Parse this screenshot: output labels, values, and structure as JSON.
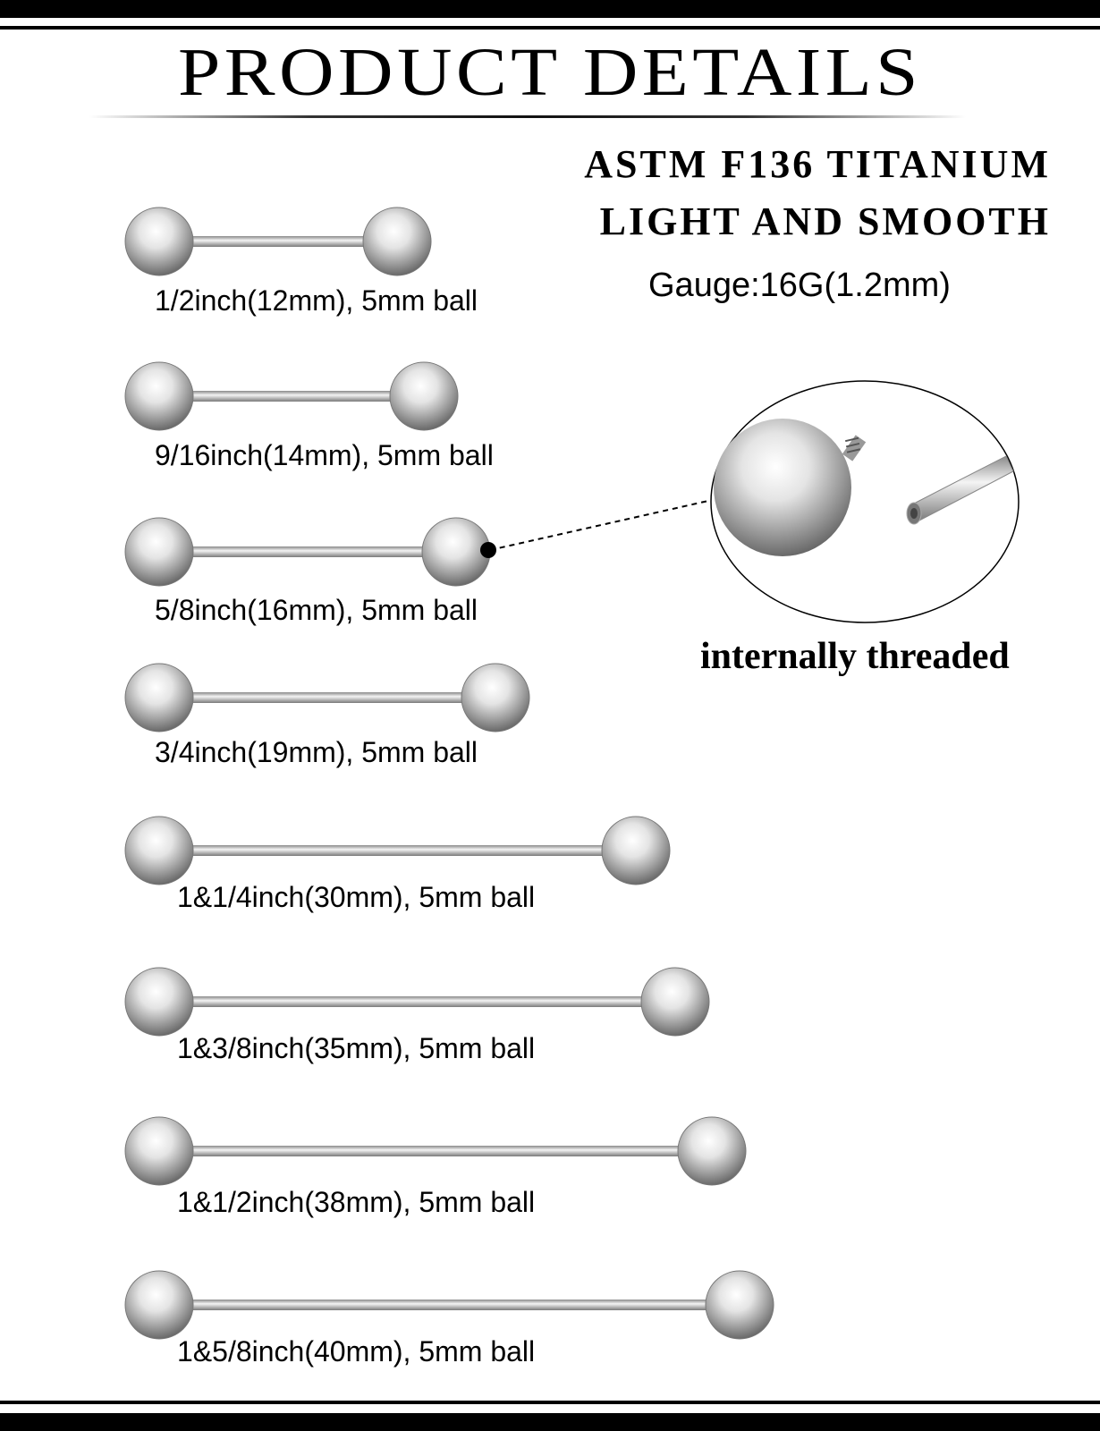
{
  "title": "PRODUCT DETAILS",
  "specs": {
    "material": "ASTM F136 TITANIUM",
    "finish": "LIGHT AND SMOOTH",
    "gauge": "Gauge:16G(1.2mm)"
  },
  "detail": {
    "label": "internally threaded"
  },
  "sizes": [
    {
      "label": "1/2inch(12mm), 5mm ball"
    },
    {
      "label": "9/16inch(14mm), 5mm ball"
    },
    {
      "label": "5/8inch(16mm), 5mm ball"
    },
    {
      "label": "3/4inch(19mm), 5mm ball"
    },
    {
      "label": "1&1/4inch(30mm), 5mm ball"
    },
    {
      "label": "1&3/8inch(35mm), 5mm ball"
    },
    {
      "label": "1&1/2inch(38mm), 5mm ball"
    },
    {
      "label": "1&5/8inch(40mm), 5mm ball"
    }
  ],
  "colors": {
    "border": "#000000",
    "metal": "#c8c8c8"
  }
}
